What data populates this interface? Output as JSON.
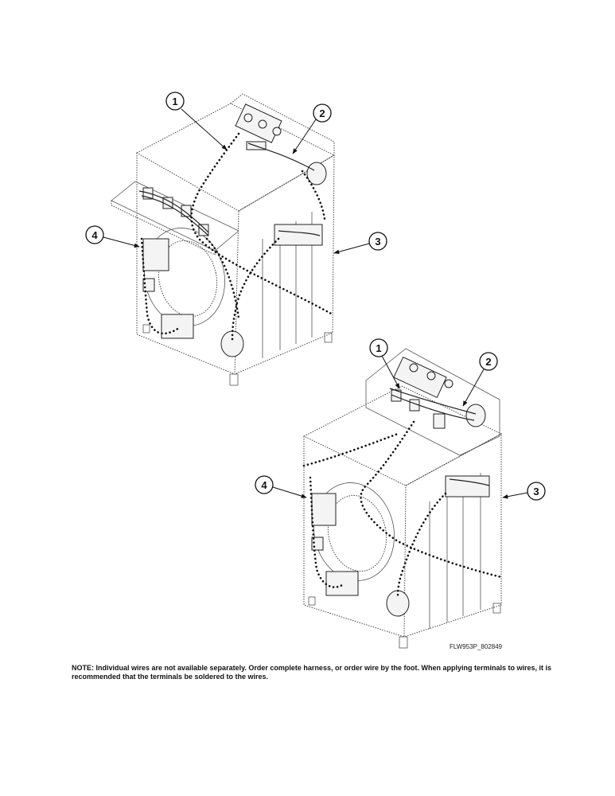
{
  "callouts": {
    "one": "1",
    "two": "2",
    "three": "3",
    "four": "4"
  },
  "figure_code": "FLW953P_802849",
  "note": "NOTE: Individual wires are not available separately. Order complete harness, or order wire by the foot. When applying terminals to wires, it is recommended that the terminals be soldered to the wires."
}
